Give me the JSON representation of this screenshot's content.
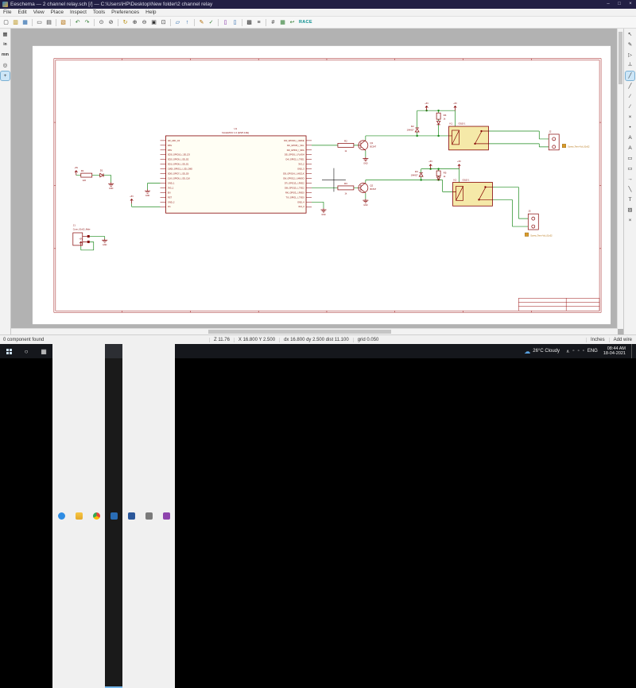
{
  "window": {
    "title": "Eeschema — 2 channel relay.sch [/] — C:\\Users\\HP\\Desktop\\New folder\\2 channel relay",
    "controls": {
      "minimize": "–",
      "maximize": "□",
      "close": "×"
    }
  },
  "menubar": {
    "items": [
      "File",
      "Edit",
      "View",
      "Place",
      "Inspect",
      "Tools",
      "Preferences",
      "Help"
    ]
  },
  "toolbar": {
    "plugin_label": "RACE"
  },
  "icons": {
    "new": "▢",
    "open": "▥",
    "save": "▦",
    "page": "▭",
    "print": "▤",
    "paste": "▧",
    "undo": "↶",
    "redo": "↷",
    "find": "⊙",
    "find_replace": "⊘",
    "refresh": "↻",
    "zoom_in": "⊕",
    "zoom_out": "⊖",
    "zoom_fit": "▣",
    "zoom_sel": "⊡",
    "hierarchy": "▱",
    "leave_sheet": "↑",
    "annotate": "✎",
    "erc": "✓",
    "sym_editor": "▯",
    "sym_browser": "▯",
    "footprints": "▩",
    "bom": "≡",
    "netlist": "#",
    "pcbnew": "▦",
    "backannotate": "↩",
    "grid": "▦",
    "unit_in": "in",
    "unit_mm": "mm",
    "hidden_pins": "◎",
    "cursor_shape": "+",
    "cursor": "↖",
    "highlight": "✎",
    "symbol": "▷",
    "power": "┴",
    "wire": "╱",
    "bus": "╱",
    "wire_entry": "∕",
    "bus_entry": "∕",
    "noconnect": "×",
    "junction": "•",
    "label": "A",
    "global_label": "A",
    "hier_label": "▭",
    "hier_sheet": "▭",
    "sheet_pin": "→",
    "line": "╲",
    "text": "T",
    "image": "▨",
    "delete": "×",
    "search": "○",
    "task_view": "▦",
    "chevron": "∧",
    "tray": "▫",
    "cloud": "☁"
  },
  "statusbar": {
    "message": "0 component found",
    "zoom": "Z 11.76",
    "cursor": "X 16.800  Y 2.500",
    "delta": "dx 16.800  dy 2.500  dist 11.100",
    "grid": "grid 0.050",
    "units": "Inches",
    "tool": "Add wire"
  },
  "taskbar": {
    "weather": "26°C Cloudy",
    "lang": "ENG",
    "time": "08:44 AM",
    "date": "18-04-2021",
    "app_icons": [
      "browser",
      "file-explorer",
      "chrome",
      "kicad-active",
      "office-app",
      "utility-app",
      "media-app"
    ]
  },
  "schematic": {
    "ic": {
      "ref": "U1",
      "value": "NodeMCU 1.0 (ESP-12E)",
      "left_pins": [
        "A0/_ADC_C0",
        "RSV",
        "RSV",
        "SD3/_GPIO10_/_SD_D3",
        "SD2/_GPIO9_/_SD_D2",
        "SD1/_GPIO8_/_SD_D1",
        "CMD/_GPIO11_/_SD_CMD",
        "SD0/_GPIO7_/_SD_D0",
        "CLK/_GPIO6_/_SD_CLK",
        "GND_1",
        "3V3_1",
        "EN",
        "RST",
        "GND_2",
        "Vin"
      ],
      "right_pins": [
        "D0/_GPIO16_/_WAKE",
        "D1/_GPIO5_/_SCL",
        "D2/_GPIO4_/_SDA",
        "D3/_GPIO0_/_FLASH",
        "D4/_GPIO2_/_TXD1",
        "3V3_2",
        "GND_3",
        "D5/_GPIO14_/_HSCLK",
        "D6/_GPIO12_/_HMISO",
        "D7/_GPIO13_/_RXD2",
        "D8/_GPIO15_/_TXD2",
        "RX/_GPIO3_/_RXD0",
        "TX/_GPIO1_/_TXD0",
        "GND_4",
        "3V3_3"
      ]
    },
    "labels": {
      "r1_ref": "R1",
      "r1_val": "220",
      "r2_ref": "R2",
      "r2_val": "1k",
      "r3_ref": "R3",
      "r3_val": "1k",
      "r4_ref": "R4",
      "r4_val": "1k",
      "r5_ref": "R5",
      "r5_val": "1k",
      "d1_ref": "D1",
      "d2_ref": "D2",
      "d2_val": "1N4007",
      "d3_ref": "D3",
      "d3_val": "1N4007",
      "q1_ref": "Q1",
      "q1_val": "BC547",
      "q2_ref": "Q2",
      "q2_val": "BC547",
      "k1_ref": "K1",
      "k1_val": "G5LE-1",
      "k2_ref": "K2",
      "k2_val": "G5LE-1",
      "j1_ref": "J1",
      "j1_val": "Conn_01x02_Male",
      "j2_ref": "J2",
      "j3_ref": "J3",
      "out1": "Screw_Term-Vol_01x02",
      "out2": "Screw_Term-Vol_01x02"
    },
    "power": {
      "p5v": "+5V",
      "gnd": "GND"
    }
  }
}
